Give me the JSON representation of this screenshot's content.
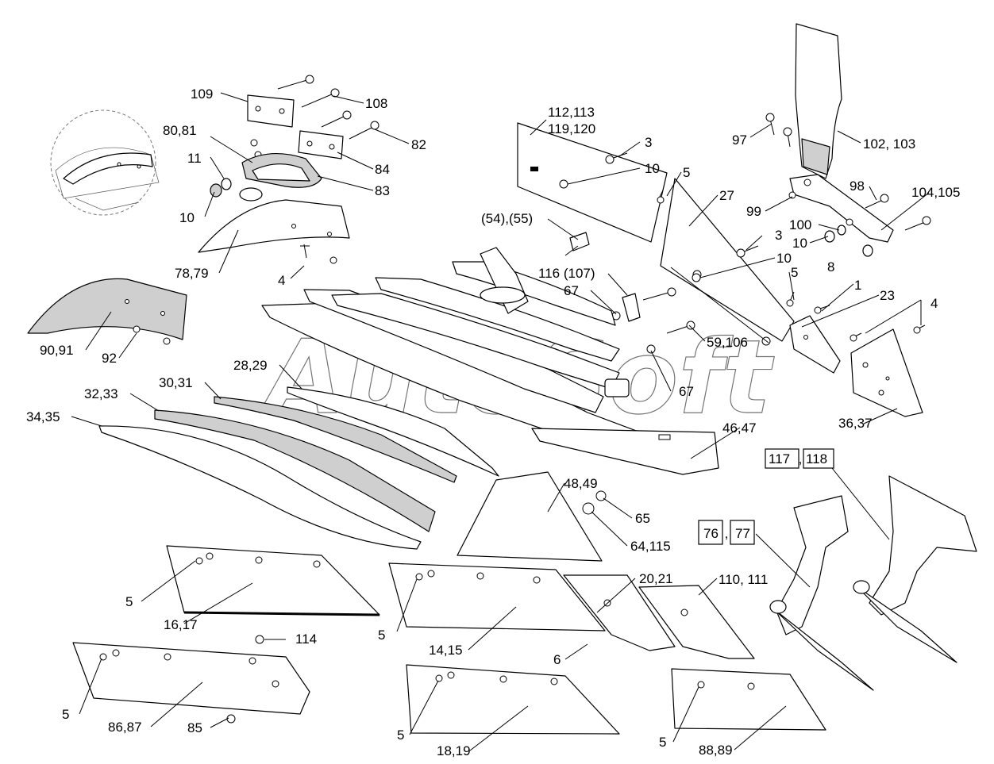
{
  "watermark": "AutoSoft",
  "labels": {
    "l109": "109",
    "l108": "108",
    "l82": "82",
    "l8081": "80,81",
    "l11": "11",
    "l84": "84",
    "l83": "83",
    "l10a": "10",
    "l7879": "78,79",
    "l4a": "4",
    "l9091": "90,91",
    "l92": "92",
    "l112": "112,113",
    "l119": "119,120",
    "l3a": "3",
    "l10b": "10",
    "l5a": "5",
    "l97": "97",
    "l102": "102, 103",
    "l98": "98",
    "l104": "104,105",
    "l99": "99",
    "l27": "27",
    "l100": "100",
    "l10c": "10",
    "l3b": "3",
    "l10d": "10",
    "l5455": "(54),(55)",
    "l116": "116 (107)",
    "l67a": "67",
    "l8": "8",
    "l5b": "5",
    "l1": "1",
    "l23": "23",
    "l4b": "4",
    "l59": "59,106",
    "l67b": "67",
    "l2829": "28,29",
    "l3031": "30,31",
    "l3233": "32,33",
    "l3435": "34,35",
    "l4647": "46,47",
    "l3637": "36,37",
    "l4849": "48,49",
    "l65": "65",
    "l64": "64,115",
    "l117": "117",
    "l118": "118",
    "l76": "76",
    "l77": "77",
    "l5c": "5",
    "l1617": "16,17",
    "l2021": "20,21",
    "l110": "110, 111",
    "l5d": "5",
    "l1415": "14,15",
    "l114": "114",
    "l6": "6",
    "l5e": "5",
    "l8687": "86,87",
    "l85": "85",
    "l5f": "5",
    "l1819": "18,19",
    "l5g": "5",
    "l8889": "88,89"
  }
}
